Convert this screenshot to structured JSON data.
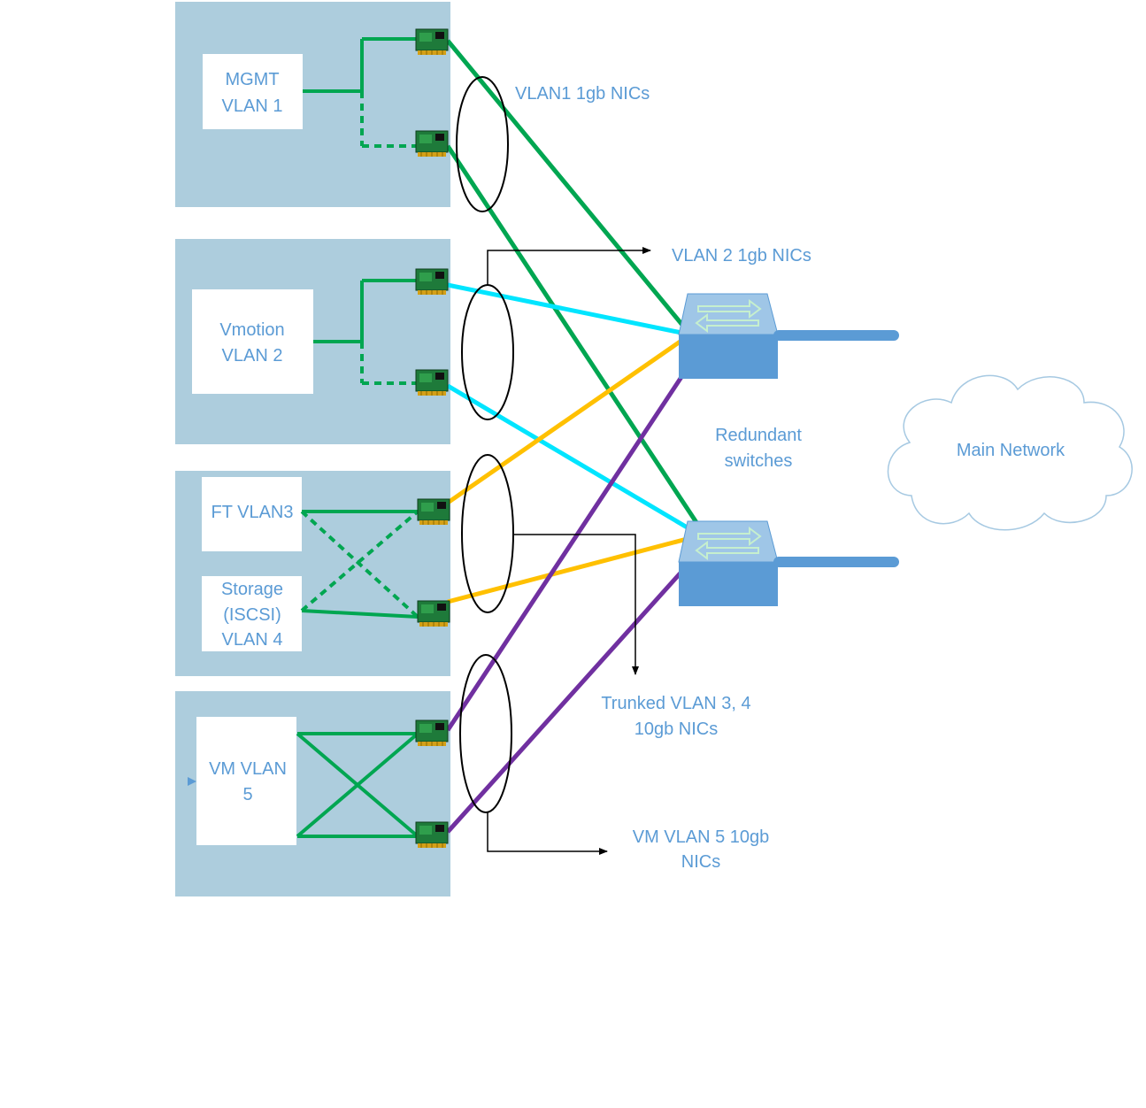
{
  "groups": {
    "mgmt": {
      "line1": "MGMT",
      "line2": "VLAN 1"
    },
    "vmotion": {
      "line1": "Vmotion",
      "line2": "VLAN 2"
    },
    "ft": {
      "line1": "FT VLAN3"
    },
    "storage": {
      "line1": "Storage",
      "line2": "(ISCSI)",
      "line3": "VLAN 4"
    },
    "vm": {
      "line1": "VM VLAN",
      "line2": "5"
    }
  },
  "labels": {
    "vlan1": "VLAN1  1gb NICs",
    "vlan2": "VLAN 2 1gb NICs",
    "redundant_line1": "Redundant",
    "redundant_line2": "switches",
    "main_network": "Main Network",
    "trunked_line1": "Trunked VLAN 3, 4",
    "trunked_line2": "10gb NICs",
    "vm5_line1": "VM VLAN 5 10gb",
    "vm5_line2": "NICs"
  },
  "colors": {
    "host_fill": "#adcddd",
    "label_text": "#5b9bd5",
    "green": "#00a651",
    "cyan": "#00e5ff",
    "orange": "#ffc000",
    "purple": "#7030a0",
    "switch_body": "#5b9bd5"
  },
  "icons": [
    "nic-icon",
    "switch-icon",
    "cloud-icon"
  ]
}
